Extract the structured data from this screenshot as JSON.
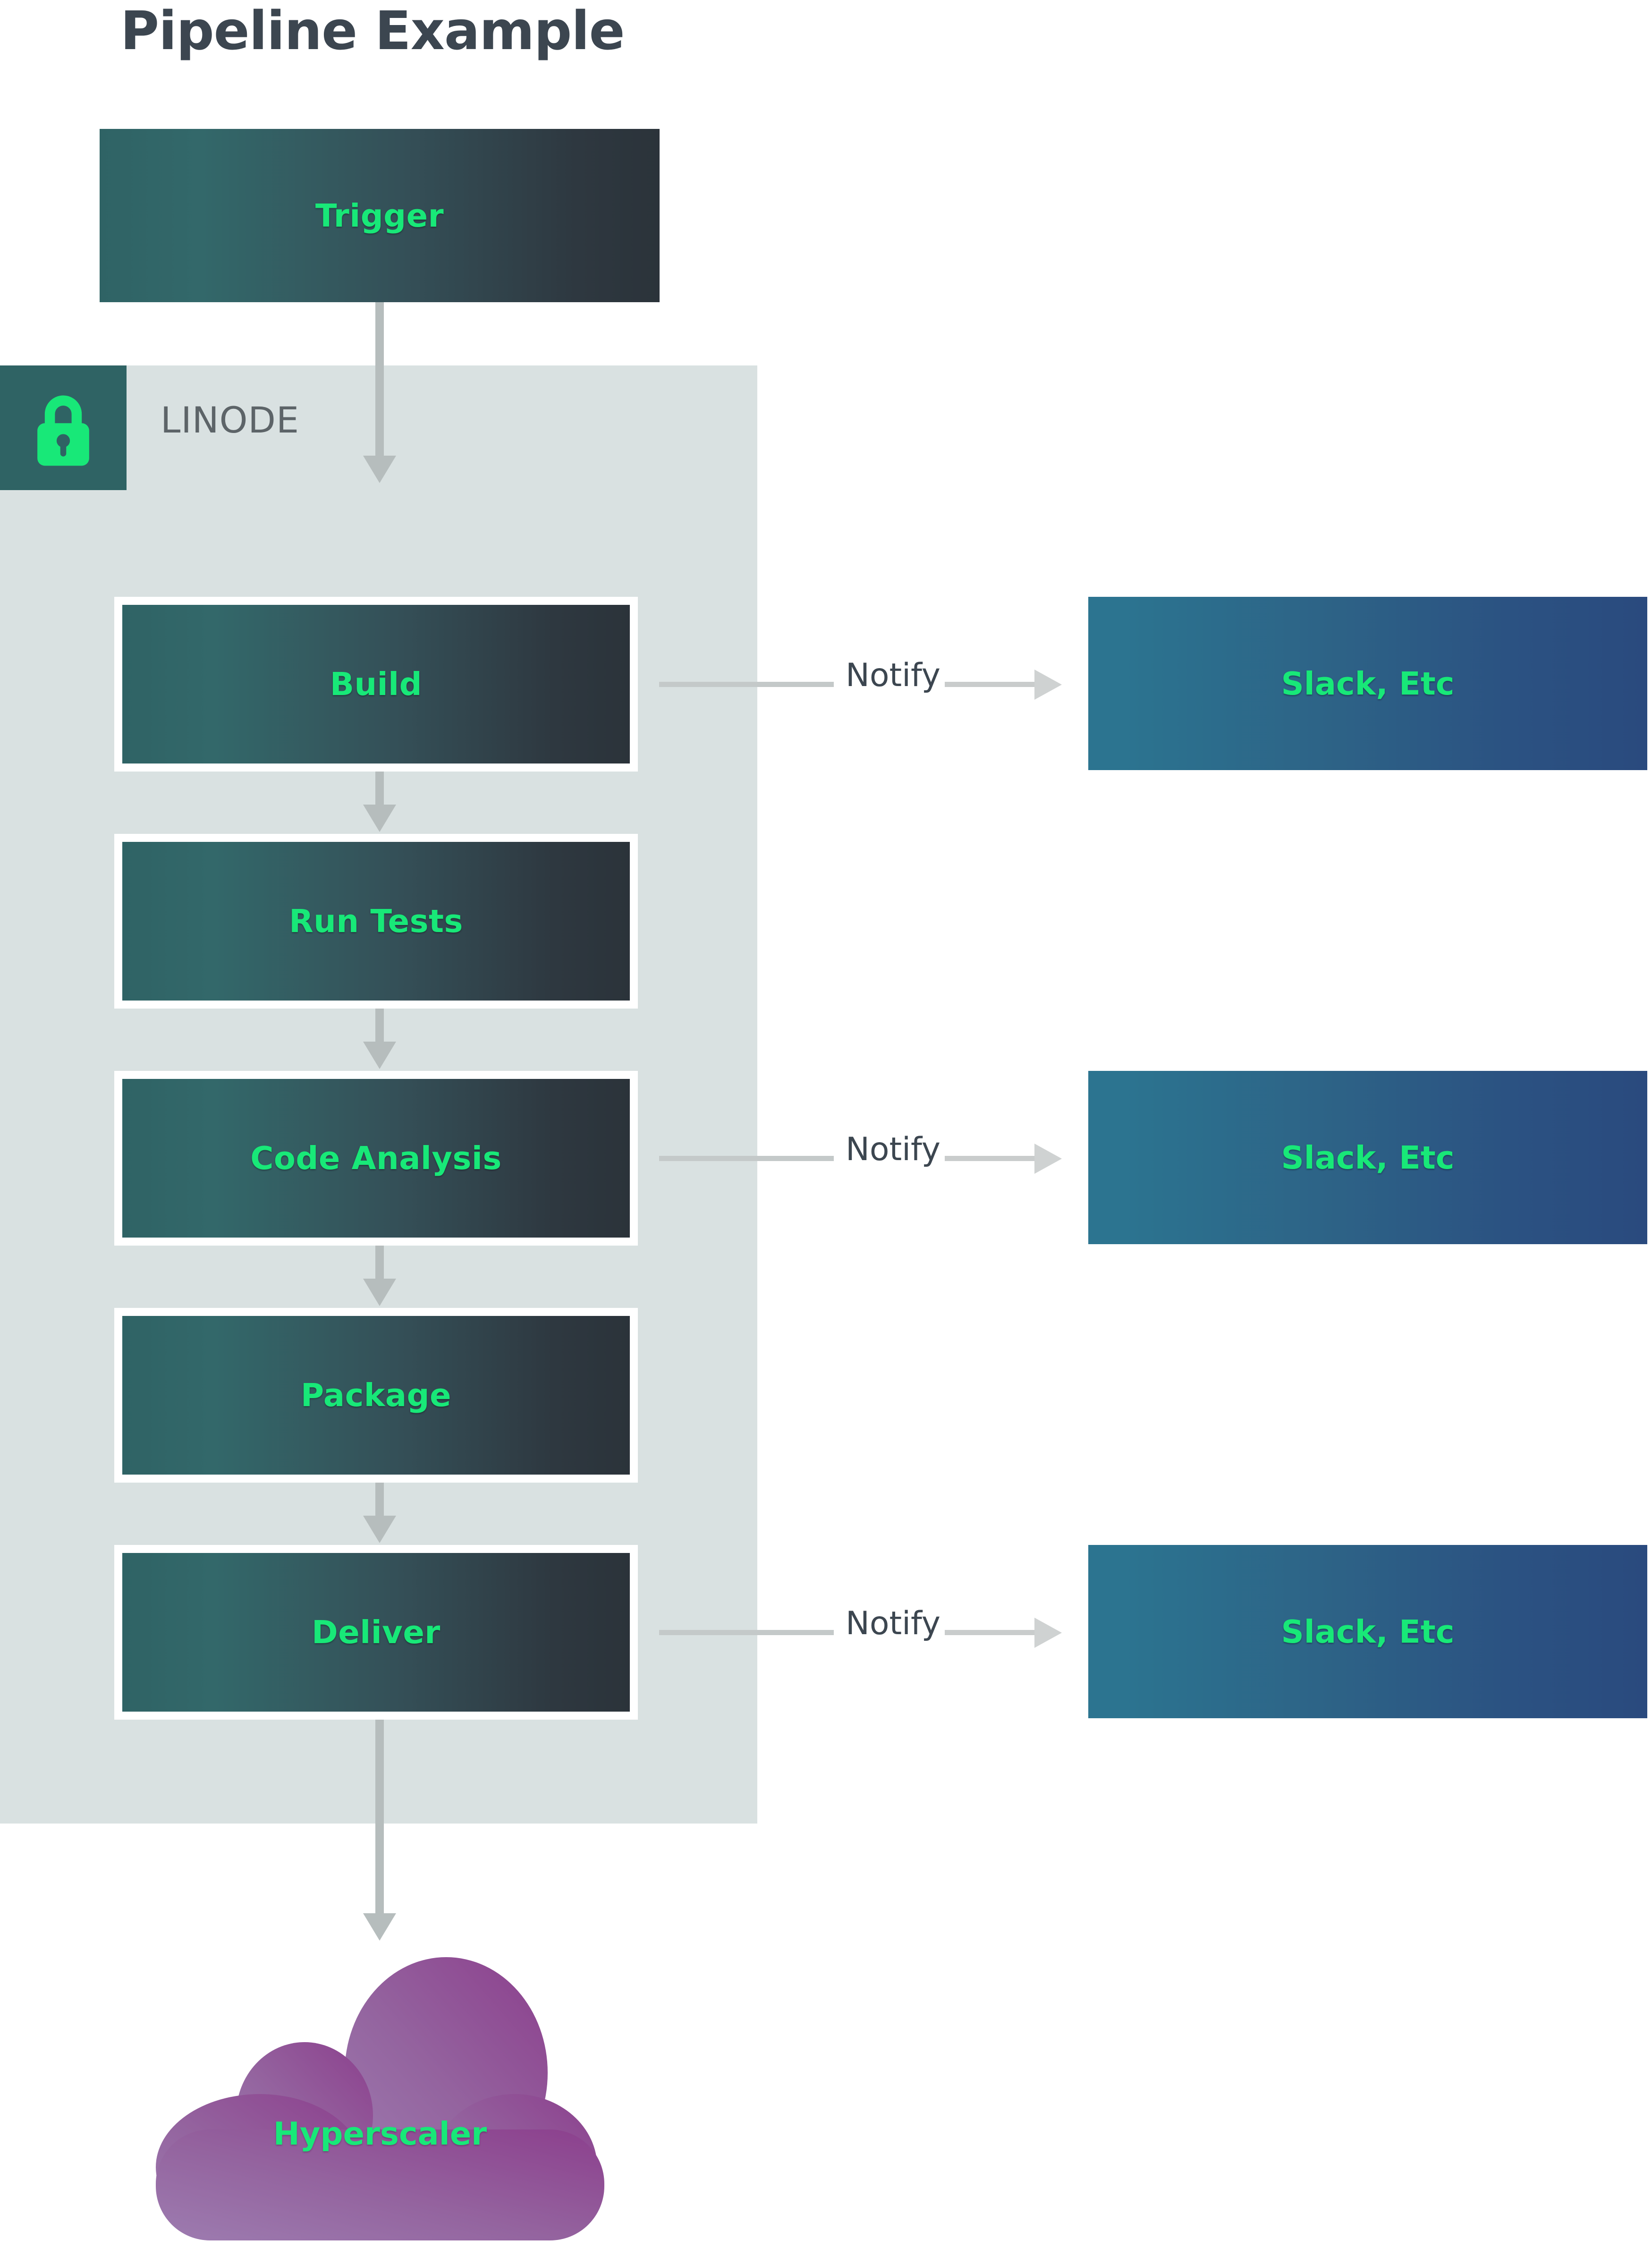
{
  "title": "Pipeline Example",
  "colors": {
    "accent_green": "#18e878",
    "zone_bg": "#d9e1e1",
    "badge_bg": "#2f6364",
    "stage_gradient_start": "#2f6365",
    "stage_gradient_end": "#2b333a",
    "notify_gradient_start": "#2c7490",
    "notify_gradient_end": "#2a4a7e",
    "cloud_gradient_start": "#9a76a8",
    "cloud_gradient_end": "#8e3f8e",
    "title_color": "#3c4650",
    "connector_color": "#b6bdbd",
    "zone_label_color": "#5d6468"
  },
  "zone": {
    "label": "LINODE",
    "icon": "lock-icon"
  },
  "trigger": {
    "label": "Trigger"
  },
  "stages": [
    {
      "id": "build",
      "label": "Build"
    },
    {
      "id": "run-tests",
      "label": "Run Tests"
    },
    {
      "id": "code-analysis",
      "label": "Code Analysis"
    },
    {
      "id": "package",
      "label": "Package"
    },
    {
      "id": "deliver",
      "label": "Deliver"
    }
  ],
  "notifications": [
    {
      "edge_label": "Notify",
      "target": "Slack, Etc",
      "from_stage": "Build"
    },
    {
      "edge_label": "Notify",
      "target": "Slack, Etc",
      "from_stage": "Code Analysis"
    },
    {
      "edge_label": "Notify",
      "target": "Slack, Etc",
      "from_stage": "Deliver"
    }
  ],
  "cloud": {
    "label": "Hyperscaler"
  }
}
